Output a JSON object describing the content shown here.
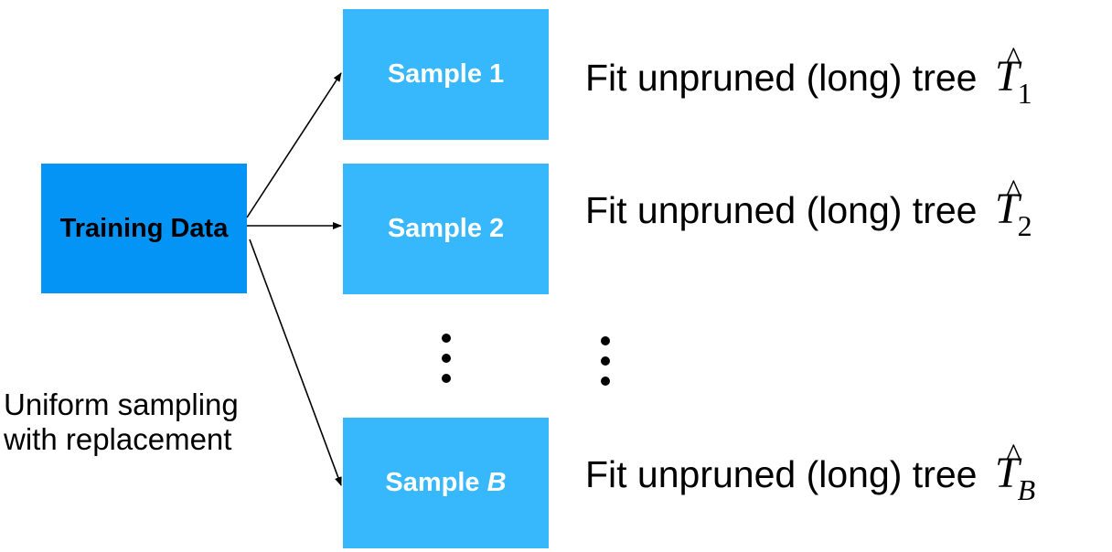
{
  "training_box": {
    "label": "Training Data",
    "color": "#0394f5"
  },
  "samples": [
    {
      "label": "Sample 1",
      "color": "#37b7fc"
    },
    {
      "label": "Sample 2",
      "color": "#37b7fc"
    },
    {
      "label_prefix": "Sample ",
      "label_var": "B",
      "color": "#37b7fc"
    }
  ],
  "caption": {
    "line1": "Uniform sampling",
    "line2": "with replacement"
  },
  "fits": [
    {
      "text": "Fit unpruned (long) tree",
      "symbol": "T",
      "hat": "^",
      "subscript": "1"
    },
    {
      "text": "Fit unpruned (long) tree",
      "symbol": "T",
      "hat": "^",
      "subscript": "2"
    },
    {
      "text": "Fit unpruned (long) tree",
      "symbol": "T",
      "hat": "^",
      "subscript": "B"
    }
  ],
  "ellipsis_icons": [
    "vertical-ellipsis-icon",
    "vertical-ellipsis-icon"
  ]
}
